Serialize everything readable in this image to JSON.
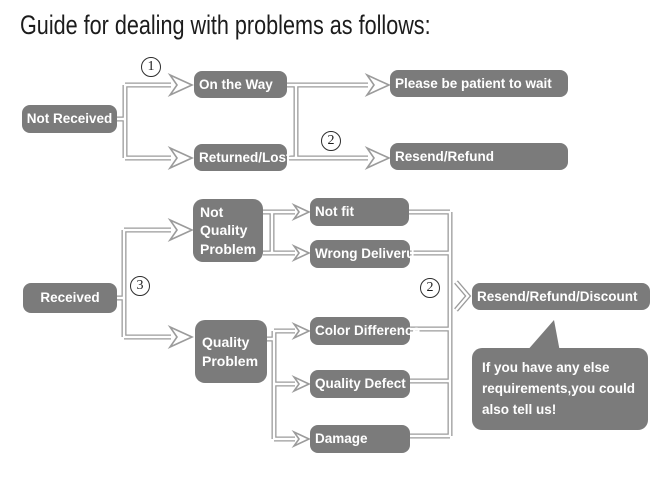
{
  "title": "Guide for dealing with problems as follows:",
  "nodes": {
    "not_received": "Not Received",
    "on_the_way": "On the Way",
    "returned_lost": "Returned/Lost",
    "please_be_patient": "Please be patient to wait",
    "resend_refund": "Resend/Refund",
    "received": "Received",
    "not_quality_problem": "Not Quality Problem",
    "quality_problem": "Quality Problem",
    "not_fit": "Not fit",
    "wrong_deliveru": "Wrong Deliveru",
    "color_difference": "Color Difference",
    "quality_defect": "Quality Defect",
    "damage": "Damage",
    "resend_refund_discount": "Resend/Refund/Discount"
  },
  "steps": {
    "step1": "1",
    "step2_top": "2",
    "step3": "3",
    "step2_bottom": "2"
  },
  "note": {
    "text": "If you have any else requirements,you could also tell us!"
  },
  "colors": {
    "box_fill": "#7b7b7b",
    "box_text": "#ffffff",
    "connector": "#9b9b9b",
    "title_text": "#1c1c1c"
  }
}
